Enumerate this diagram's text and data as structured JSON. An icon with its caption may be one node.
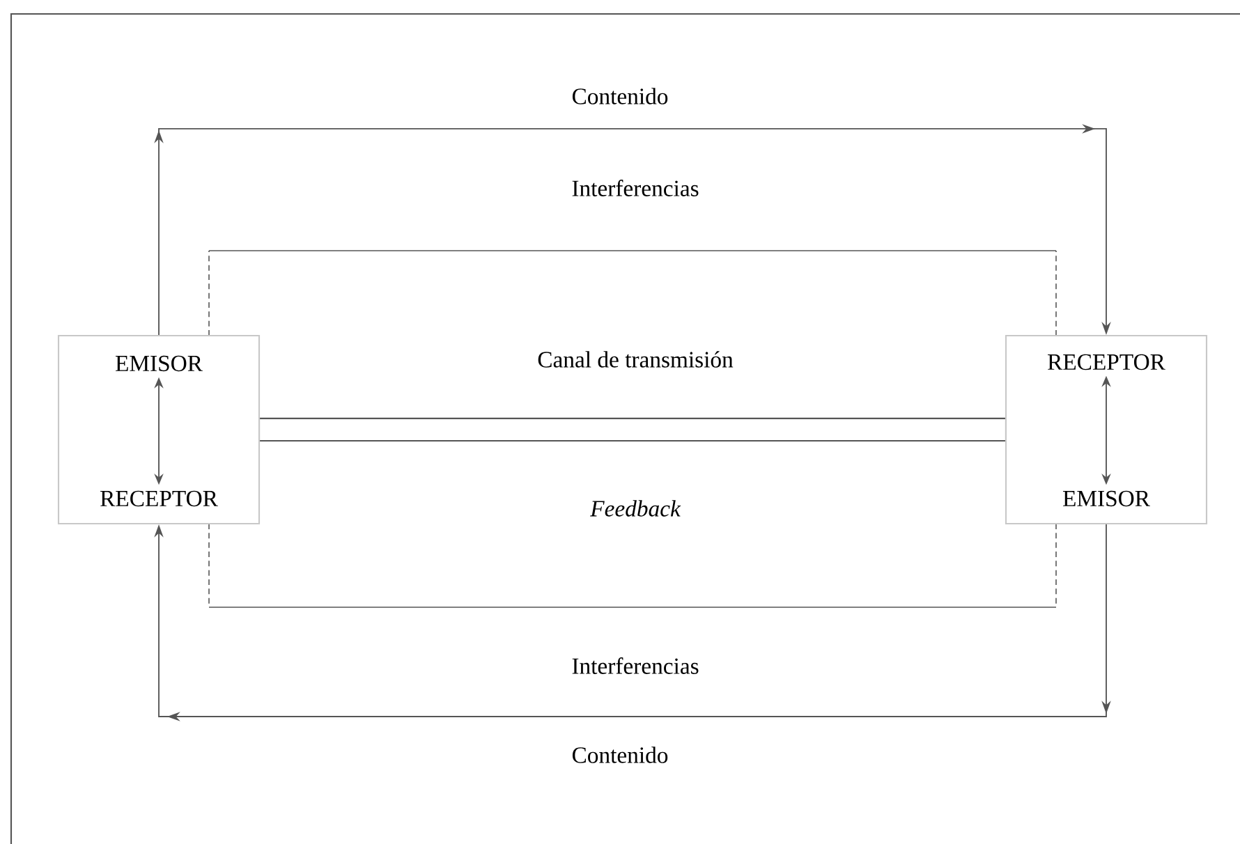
{
  "diagram": {
    "nodes": [
      {
        "text": [],
        "shape": "box"
      },
      {
        "text": [
          "EMISOR"
        ],
        "in": 0
      },
      {
        "text": [
          "RECEPTOR"
        ],
        "in": 0
      },
      {
        "text": [],
        "shape": "box"
      },
      {
        "text": [
          "RECEPTOR"
        ],
        "in": 3
      },
      {
        "text": [
          "EMISOR"
        ],
        "in": 3
      }
    ],
    "edges": [
      {
        "from": 1,
        "to": 2,
        "arrow": "both"
      },
      {
        "from": 4,
        "to": 5,
        "arrow": "both"
      },
      {
        "from": 0,
        "to": 3,
        "arrow": "to",
        "label": "Contenido"
      },
      {
        "from": 0,
        "to": 3,
        "arrow": "none",
        "label": "Canal de transmisión",
        "style": "thick"
      },
      {
        "from": 3,
        "to": 0,
        "arrow": "to",
        "label": "Contenido"
      }
    ],
    "labels": [
      "Interferencias",
      "Interferencias",
      "Feedback"
    ]
  }
}
